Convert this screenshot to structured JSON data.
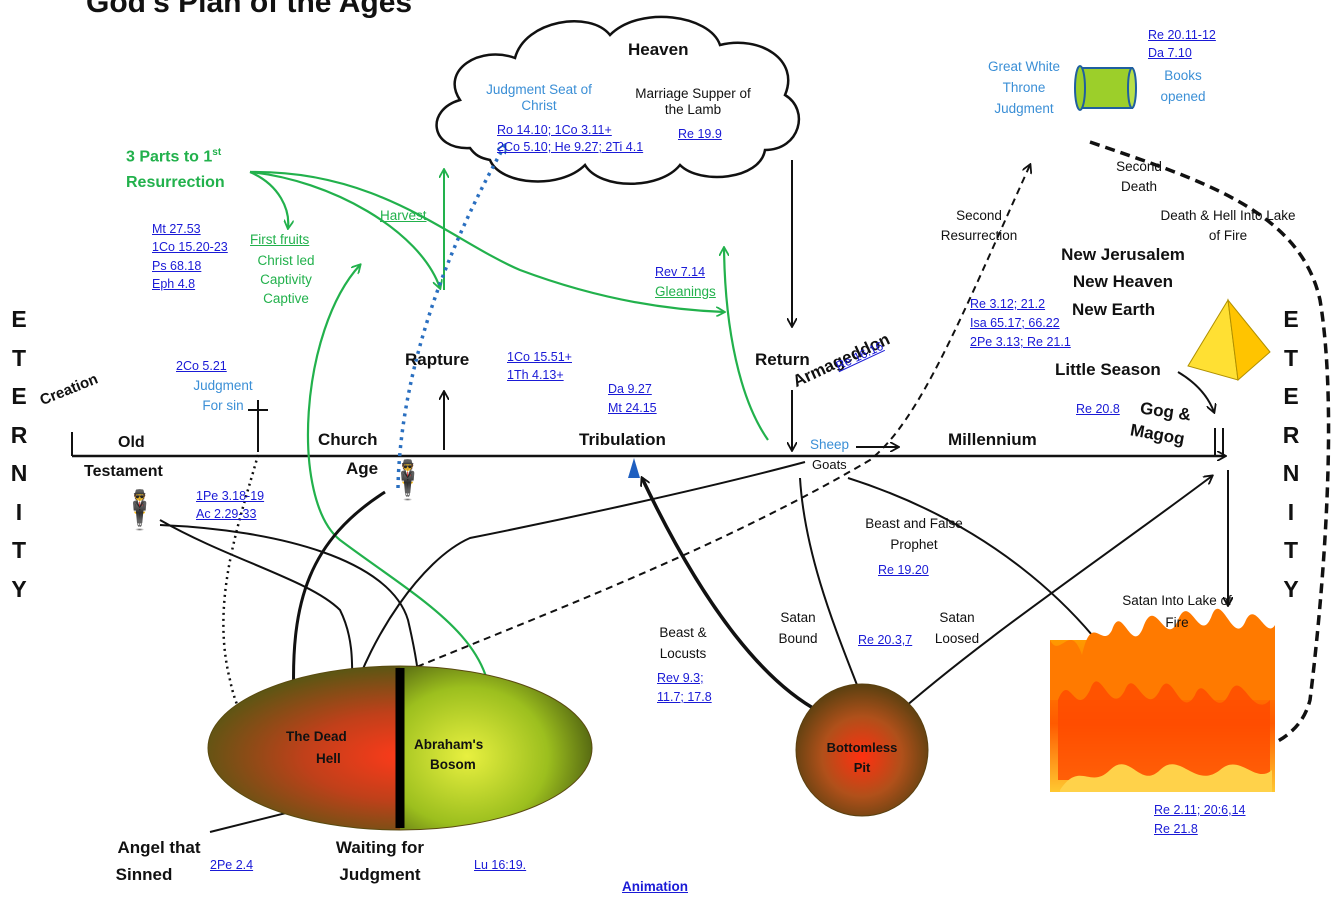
{
  "title": "God's Plan of the Ages",
  "eternity_left": [
    "E",
    "T",
    "E",
    "R",
    "N",
    "I",
    "T",
    "Y"
  ],
  "eternity_right": [
    "E",
    "T",
    "E",
    "R",
    "N",
    "I",
    "T",
    "Y"
  ],
  "heaven": {
    "label": "Heaven",
    "judgment_seat": "Judgment Seat of Christ",
    "judgment_seat_refs": [
      "Ro 14.10; 1Co 3.11+",
      "2Co 5.10; He 9.27; 2Ti 4.1"
    ],
    "marriage_supper": "Marriage Supper of the Lamb",
    "marriage_supper_ref": "Re 19.9"
  },
  "great_white_throne": {
    "label": "Great White Throne Judgment",
    "refs": [
      "Re 20.11-12",
      "Da 7.10"
    ],
    "books": "Books opened"
  },
  "resurrection": {
    "title": "3 Parts to 1",
    "title_sup": "st",
    "title_line2": "Resurrection",
    "first_fruits": "First fruits",
    "captivity": "Christ led Captivity Captive",
    "harvest": "Harvest",
    "gleanings_ref": "Rev 7.14",
    "gleanings": "Gleanings",
    "first_fruits_refs": [
      "Mt 27.53",
      "1Co 15.20-23",
      "Ps 68.18",
      "Eph 4.8"
    ]
  },
  "timeline": {
    "creation": "Creation",
    "old": "Old",
    "testament": "Testament",
    "church": "Church",
    "age": "Age",
    "tribulation": "Tribulation",
    "millennium": "Millennium",
    "sheep": "Sheep",
    "goats": "Goats",
    "gog": "Gog &",
    "magog": "Magog"
  },
  "events": {
    "rapture": "Rapture",
    "rapture_refs": [
      "1Co 15.51+",
      "1Th 4.13+"
    ],
    "return": "Return",
    "armageddon": "Armageddon",
    "armageddon_ref": "Re 16.16",
    "tribulation_refs": [
      "Da 9.27",
      "Mt 24.15"
    ],
    "judgment_ref": "2Co 5.21",
    "judgment_for_sin": "Judgment For sin",
    "pe_refs": [
      "1Pe 3.18-19",
      "Ac 2.29-33"
    ],
    "second_resurrection": "Second Resurrection",
    "second_death": "Second Death",
    "death_hell": "Death & Hell Into Lake of Fire",
    "new_jerusalem": [
      "New Jerusalem",
      "New Heaven",
      "New Earth"
    ],
    "new_refs": [
      "Re 3.12; 21.2",
      "Isa 65.17; 66.22",
      "2Pe 3.13; Re 21.1"
    ],
    "little_season": "Little Season",
    "little_season_ref": "Re 20.8",
    "beast_prophet": "Beast and False Prophet",
    "beast_prophet_ref": "Re 19.20",
    "satan_bound": "Satan Bound",
    "satan_loosed": "Satan Loosed",
    "satan_ref": "Re 20.3,7",
    "beast_locusts": "Beast & Locusts",
    "beast_locusts_refs": [
      "Rev 9.3;",
      "11.7; 17.8"
    ],
    "satan_lake": "Satan Into Lake of Fire",
    "lake_refs": [
      "Re 2.11; 20:6,14",
      "Re 21.8"
    ]
  },
  "hades": {
    "dead": "The Dead",
    "hell": "Hell",
    "abraham": "Abraham's",
    "bosom": "Bosom",
    "waiting": "Waiting for",
    "judgment": "Judgment",
    "angel": "Angel that",
    "sinned": "Sinned",
    "angel_ref": "2Pe 2.4",
    "luke_ref": "Lu 16:19."
  },
  "pit": {
    "line1": "Bottomless",
    "line2": "Pit"
  },
  "animation_link": "Animation",
  "colors": {
    "green": "#22b14c",
    "blue": "#3b8fd6",
    "link": "#1a1ad6",
    "fire": "#ff6a00",
    "pyramid": "#ffd700",
    "scroll": "#9ccf2a"
  }
}
